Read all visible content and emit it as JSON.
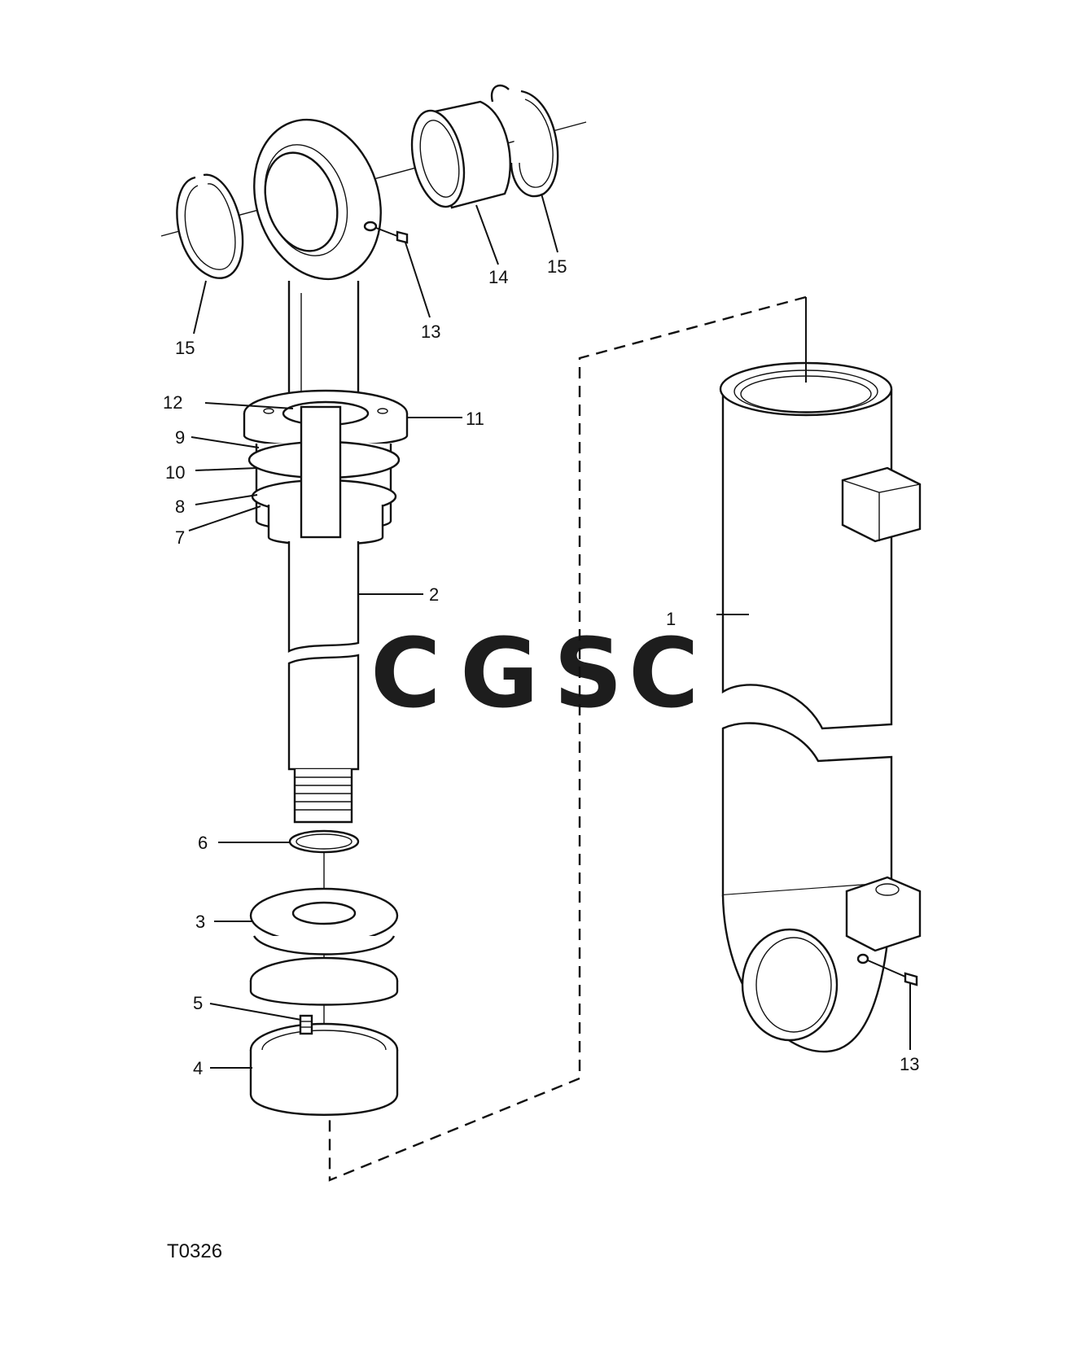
{
  "drawing": {
    "code": "T0326",
    "watermark": {
      "letters": [
        "C",
        "G",
        "S",
        "C"
      ],
      "colors": [
        "#7ba7f5",
        "#f39a92",
        "#f7d56b",
        "#7cc39b"
      ]
    }
  },
  "callouts": [
    {
      "id": "c1",
      "label": "1"
    },
    {
      "id": "c2",
      "label": "2"
    },
    {
      "id": "c3",
      "label": "3"
    },
    {
      "id": "c4",
      "label": "4"
    },
    {
      "id": "c5",
      "label": "5"
    },
    {
      "id": "c6",
      "label": "6"
    },
    {
      "id": "c7",
      "label": "7"
    },
    {
      "id": "c8",
      "label": "8"
    },
    {
      "id": "c9",
      "label": "9"
    },
    {
      "id": "c10",
      "label": "10"
    },
    {
      "id": "c11",
      "label": "11"
    },
    {
      "id": "c12",
      "label": "12"
    },
    {
      "id": "c13a",
      "label": "13"
    },
    {
      "id": "c13b",
      "label": "13"
    },
    {
      "id": "c14",
      "label": "14"
    },
    {
      "id": "c15a",
      "label": "15"
    },
    {
      "id": "c15b",
      "label": "15"
    }
  ]
}
